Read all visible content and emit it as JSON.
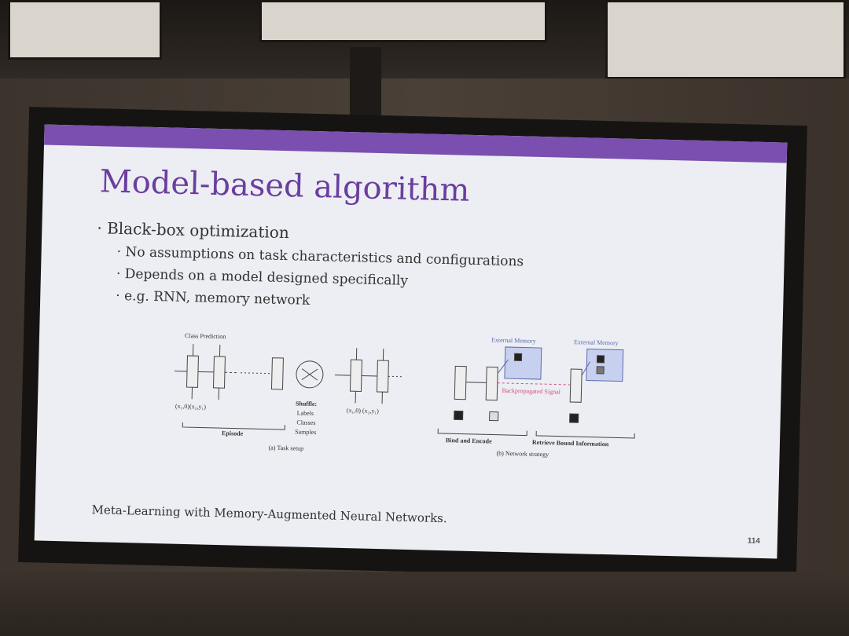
{
  "slide": {
    "title": "Model-based algorithm",
    "bullets": [
      {
        "text": "Black-box optimization",
        "level": 1
      },
      {
        "text": "No assumptions on task characteristics and configurations",
        "level": 2
      },
      {
        "text": "Depends on a model designed specifically",
        "level": 2
      },
      {
        "text": "e.g. RNN, memory network",
        "level": 2
      }
    ],
    "citation": "Meta-Learning with Memory-Augmented Neural Networks.",
    "page_number": "114",
    "accent_color": "#7a4fb0"
  },
  "figure": {
    "class_prediction": "Class Prediction",
    "episode_label": "Episode",
    "shuffle_title": "Shuffle:",
    "shuffle_items": [
      "Labels",
      "Classes",
      "Samples"
    ],
    "input_left": "(x₁,0)(x₂,y₁)",
    "input_right": "(x₁,0)  (x₂,y₁)",
    "caption_a": "(a) Task setup",
    "external_memory_1": "External Memory",
    "external_memory_2": "External Memory",
    "backprop_label": "Backpropagated Signal",
    "bind_encode": "Bind and Encode",
    "retrieve": "Retrieve Bound Information",
    "caption_b": "(b) Network strategy"
  }
}
